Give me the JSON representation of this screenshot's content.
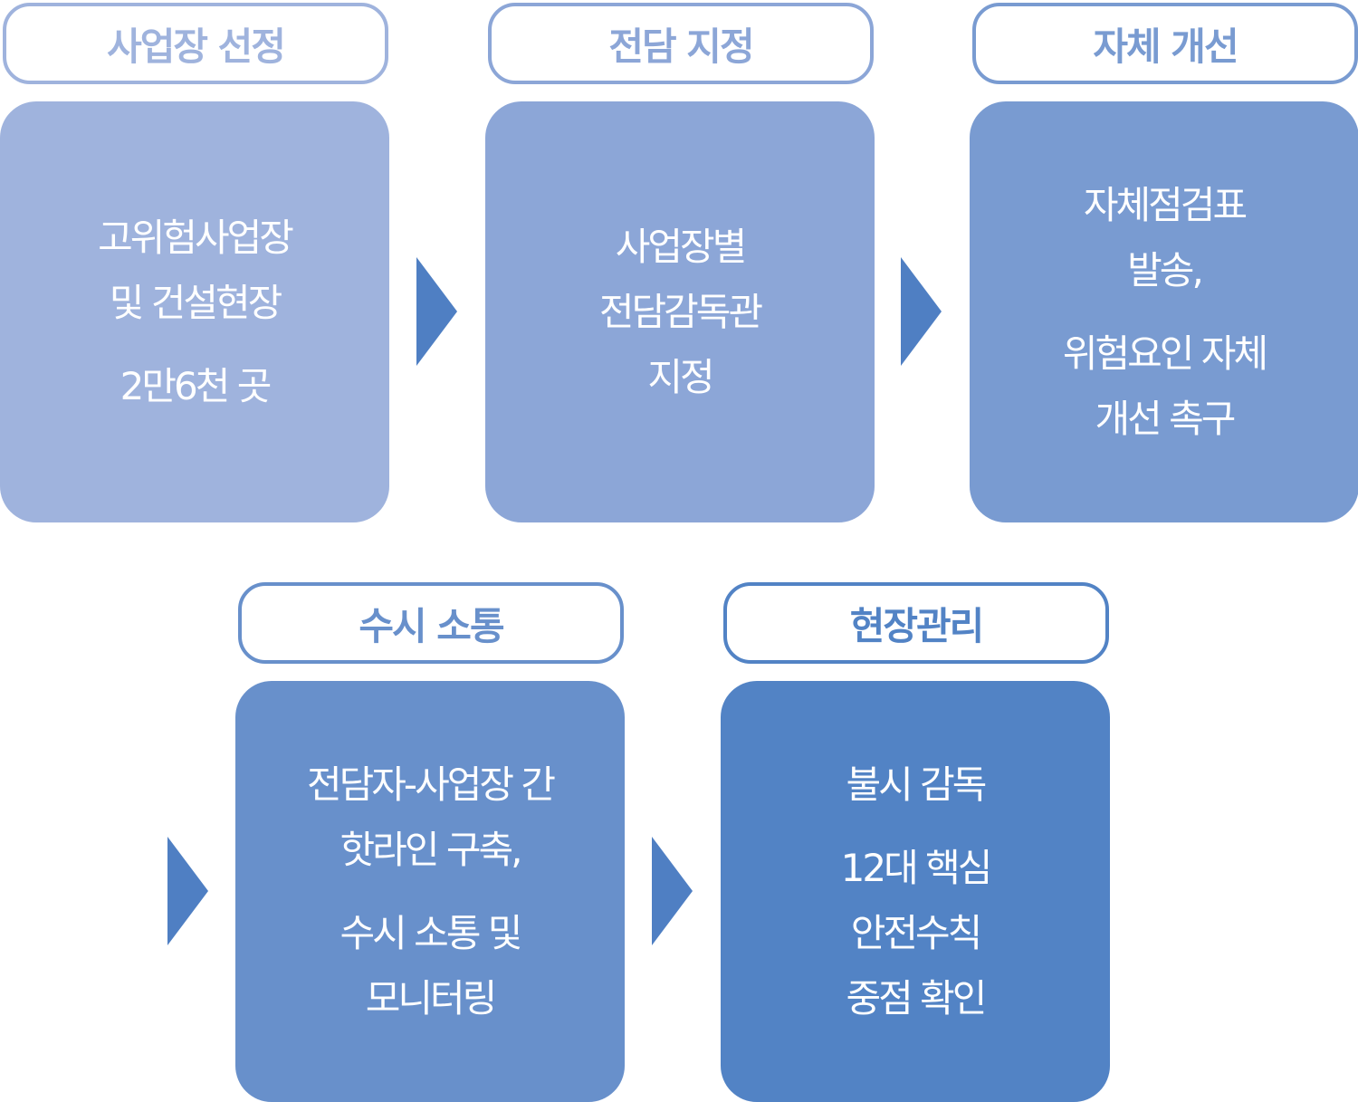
{
  "colors": {
    "step1": "#9fb3dd",
    "step2": "#8ca6d7",
    "step3": "#799bd1",
    "step4": "#6890cb",
    "step5": "#5283c5",
    "arrow": "#4f7fc3"
  },
  "steps": [
    {
      "title": "사업장 선정",
      "paragraphs": [
        [
          "고위험사업장",
          "및 건설현장"
        ],
        [
          "2만6천 곳"
        ]
      ]
    },
    {
      "title": "전담 지정",
      "paragraphs": [
        [
          "사업장별",
          "전담감독관",
          "지정"
        ]
      ]
    },
    {
      "title": "자체 개선",
      "paragraphs": [
        [
          "자체점검표",
          "발송,"
        ],
        [
          "위험요인 자체",
          "개선 촉구"
        ]
      ]
    },
    {
      "title": "수시 소통",
      "paragraphs": [
        [
          "전담자-사업장 간",
          "핫라인 구축,"
        ],
        [
          "수시 소통 및",
          "모니터링"
        ]
      ]
    },
    {
      "title": "현장관리",
      "paragraphs": [
        [
          "불시 감독"
        ],
        [
          "12대 핵심",
          "안전수칙",
          "중점 확인"
        ]
      ]
    }
  ]
}
